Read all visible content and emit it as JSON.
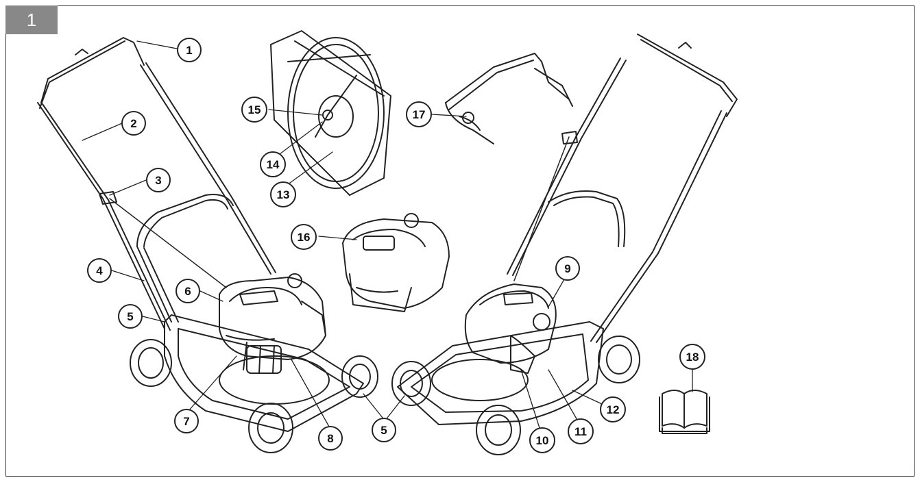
{
  "figure": {
    "number": "1"
  },
  "colors": {
    "line": "#222222",
    "tab": "#888888",
    "tab_text": "#ffffff"
  },
  "callouts": [
    {
      "id": "1",
      "label": "1"
    },
    {
      "id": "2",
      "label": "2"
    },
    {
      "id": "3",
      "label": "3"
    },
    {
      "id": "4",
      "label": "4"
    },
    {
      "id": "5a",
      "label": "5"
    },
    {
      "id": "6",
      "label": "6"
    },
    {
      "id": "7",
      "label": "7"
    },
    {
      "id": "8",
      "label": "8"
    },
    {
      "id": "5b",
      "label": "5"
    },
    {
      "id": "9",
      "label": "9"
    },
    {
      "id": "10",
      "label": "10"
    },
    {
      "id": "11",
      "label": "11"
    },
    {
      "id": "12",
      "label": "12"
    },
    {
      "id": "13",
      "label": "13"
    },
    {
      "id": "14",
      "label": "14"
    },
    {
      "id": "15",
      "label": "15"
    },
    {
      "id": "16",
      "label": "16"
    },
    {
      "id": "17",
      "label": "17"
    },
    {
      "id": "18",
      "label": "18"
    }
  ],
  "icons": [
    "manual-book-icon"
  ]
}
